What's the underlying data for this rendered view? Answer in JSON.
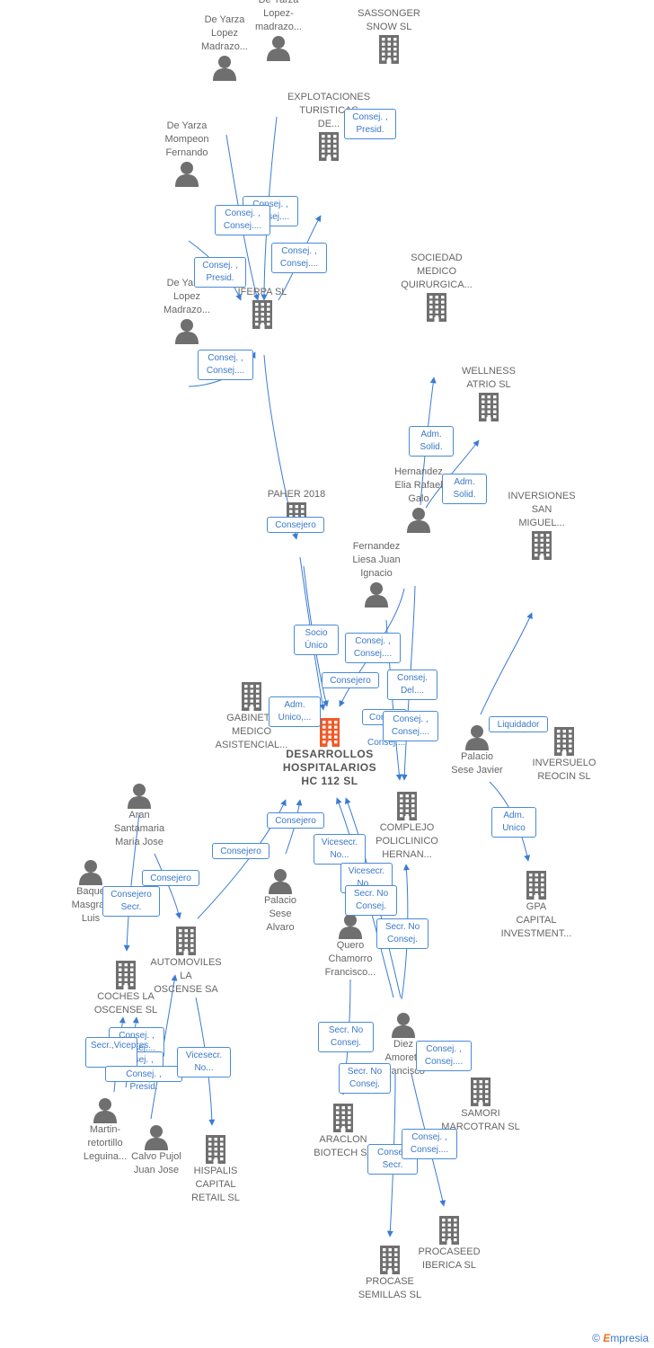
{
  "nodes": [
    {
      "id": "dyl1",
      "kind": "person",
      "label": "De Yarza\nLopez\nMadrazo..."
    },
    {
      "id": "dyl2",
      "kind": "person",
      "label": "De Yarza\nLopez-\nmadrazo..."
    },
    {
      "id": "sasson",
      "kind": "company",
      "label": "SASSONGER\nSNOW  SL"
    },
    {
      "id": "explot",
      "kind": "company",
      "label": "EXPLOTACIONES\nTURISTICAS\nDE..."
    },
    {
      "id": "dymf",
      "kind": "person",
      "label": "De Yarza\nMompeon\nFernando"
    },
    {
      "id": "iferpa",
      "kind": "company",
      "label": "IFERPA  SL"
    },
    {
      "id": "dyl3",
      "kind": "person",
      "label": "De Yarza\nLopez\nMadrazo..."
    },
    {
      "id": "socmed",
      "kind": "company",
      "label": "SOCIEDAD\nMEDICO\nQUIRURGICA..."
    },
    {
      "id": "wellness",
      "kind": "company",
      "label": "WELLNESS\nATRIO SL"
    },
    {
      "id": "hernandez",
      "kind": "person",
      "label": "Hernandez\nElia Rafael\nGalo"
    },
    {
      "id": "paher",
      "kind": "company",
      "label": "PAHER 2018"
    },
    {
      "id": "invsan",
      "kind": "company",
      "label": "INVERSIONES\nSAN\nMIGUEL..."
    },
    {
      "id": "fernandez",
      "kind": "person",
      "label": "Fernandez\nLiesa Juan\nIgnacio"
    },
    {
      "id": "gabinete",
      "kind": "company",
      "label": "GABINETE\nMEDICO\nASISTENCIAL..."
    },
    {
      "id": "main",
      "kind": "main",
      "label": "DESARROLLOS\nHOSPITALARIOS\nHC 112  SL"
    },
    {
      "id": "palacioj",
      "kind": "person",
      "label": "Palacio\nSese Javier"
    },
    {
      "id": "inversuelo",
      "kind": "company",
      "label": "INVERSUELO\nREOCIN SL"
    },
    {
      "id": "complejo",
      "kind": "company",
      "label": "COMPLEJO\nPOLICLINICO\nHERNAN..."
    },
    {
      "id": "aran",
      "kind": "person",
      "label": "Aran\nSantamaria\nMaria Jose"
    },
    {
      "id": "baque",
      "kind": "person",
      "label": "Baque\nMasgrau\nLuis"
    },
    {
      "id": "palacioa",
      "kind": "person",
      "label": "Palacio\nSese\nAlvaro"
    },
    {
      "id": "gpa",
      "kind": "company",
      "label": "GPA\nCAPITAL\nINVESTMENT..."
    },
    {
      "id": "automov",
      "kind": "company",
      "label": "AUTOMOVILES\nLA\nOSCENSE SA"
    },
    {
      "id": "coches",
      "kind": "company",
      "label": "COCHES LA\nOSCENSE SL"
    },
    {
      "id": "quero",
      "kind": "person",
      "label": "Quero\nChamorro\nFrancisco..."
    },
    {
      "id": "diez",
      "kind": "person",
      "label": "Diez\nAmoretti\nFrancisco"
    },
    {
      "id": "samori",
      "kind": "company",
      "label": "SAMORI\nMARCOTRAN SL"
    },
    {
      "id": "martin",
      "kind": "person",
      "label": "Martin-\nretortillo\nLeguina..."
    },
    {
      "id": "calvo",
      "kind": "person",
      "label": "Calvo Pujol\nJuan Jose"
    },
    {
      "id": "hispalis",
      "kind": "company",
      "label": "HISPALIS\nCAPITAL\nRETAIL  SL"
    },
    {
      "id": "araclon",
      "kind": "company",
      "label": "ARACLON\nBIOTECH SL"
    },
    {
      "id": "procaseed",
      "kind": "company",
      "label": "PROCASEED\nIBERICA  SL"
    },
    {
      "id": "procase",
      "kind": "company",
      "label": "PROCASE\nSEMILLAS SL"
    }
  ],
  "relations": [
    {
      "id": "r1",
      "label": "Consej. ,\nPresid."
    },
    {
      "id": "r2",
      "label": "Consej. ,\nConsej...."
    },
    {
      "id": "r3",
      "label": "Consej. ,\nConsej...."
    },
    {
      "id": "r4",
      "label": "Consej. ,\nConsej...."
    },
    {
      "id": "r5",
      "label": "Consej. ,\nPresid."
    },
    {
      "id": "r6",
      "label": "Consej. ,\nConsej...."
    },
    {
      "id": "r7",
      "label": "Adm.\nSolid."
    },
    {
      "id": "r8",
      "label": "Adm.\nSolid."
    },
    {
      "id": "r9",
      "label": "Consejero"
    },
    {
      "id": "r10",
      "label": "Socio\nÚnico"
    },
    {
      "id": "r11",
      "label": "Consej. ,\nConsej...."
    },
    {
      "id": "r12",
      "label": "Consejero"
    },
    {
      "id": "r13",
      "label": "Consej.\nDel...."
    },
    {
      "id": "r14",
      "label": "Adm.\nUnico,..."
    },
    {
      "id": "r15",
      "label": "Consej. ,\nConsej...."
    },
    {
      "id": "r16",
      "label": "Consej. ,\nConsej...."
    },
    {
      "id": "r17",
      "label": "Liquidador"
    },
    {
      "id": "r18",
      "label": "Consejero"
    },
    {
      "id": "r19",
      "label": "Consejero"
    },
    {
      "id": "r20",
      "label": "Vicesecr.\nNo..."
    },
    {
      "id": "r21",
      "label": "Vicesecr.\nNo..."
    },
    {
      "id": "r22",
      "label": "Secr.  No\nConsej."
    },
    {
      "id": "r23",
      "label": "Adm.\nUnico"
    },
    {
      "id": "r24",
      "label": "Consejero"
    },
    {
      "id": "r25",
      "label": "Consejero\nSecr."
    },
    {
      "id": "r26",
      "label": "Secr.  No\nConsej."
    },
    {
      "id": "r27",
      "label": "Consej. ,\nConsej...."
    },
    {
      "id": "r28",
      "label": "Consej. ,\nConsej...."
    },
    {
      "id": "r29",
      "label": "Secr.,Vicepres."
    },
    {
      "id": "r30",
      "label": "Consej. ,\nPresid."
    },
    {
      "id": "r31",
      "label": "Vicesecr.\nNo..."
    },
    {
      "id": "r32",
      "label": "Secr.  No\nConsej."
    },
    {
      "id": "r33",
      "label": "Secr.  No\nConsej."
    },
    {
      "id": "r34",
      "label": "Consej. ,\nConsej...."
    },
    {
      "id": "r35",
      "label": "Consej.\nSecr."
    },
    {
      "id": "r36",
      "label": "Consej. ,\nConsej...."
    }
  ],
  "brand": {
    "copyright": "©",
    "name": "mpresia",
    "initial": "E"
  },
  "colors": {
    "edge": "#3a7bd5",
    "company": "#6f6f6f",
    "main": "#f05a28",
    "person": "#6f6f6f"
  }
}
